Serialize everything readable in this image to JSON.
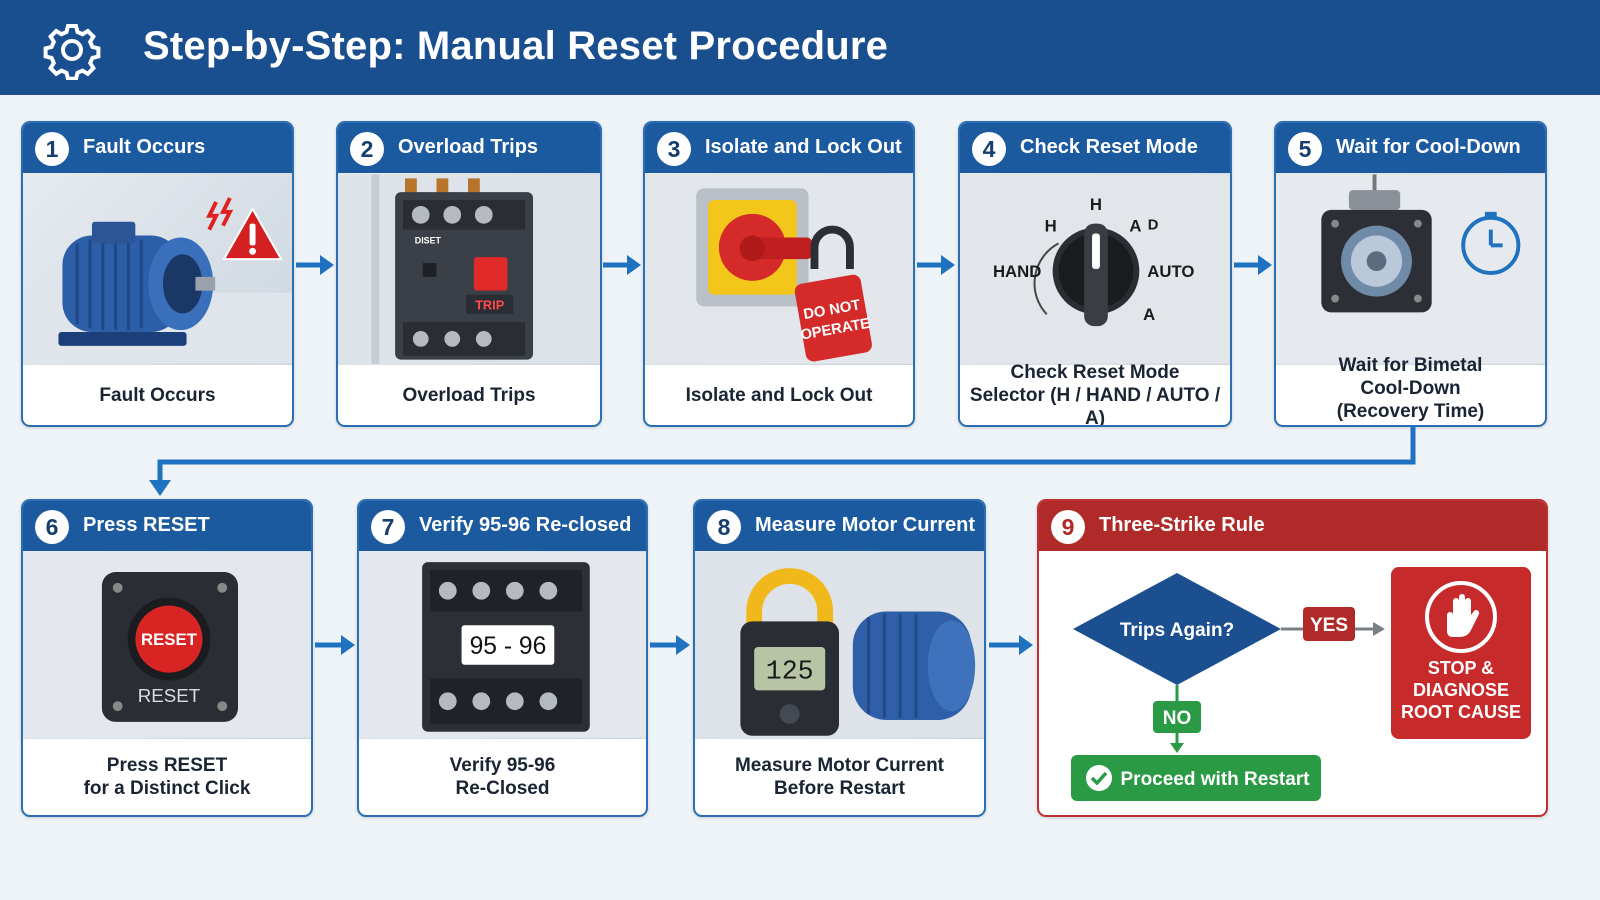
{
  "header": {
    "title": "Step-by-Step: Manual Reset Procedure",
    "icon": "gear-icon"
  },
  "colors": {
    "header": "#1a4f8f",
    "card_head": "#1c5aa0",
    "arrow": "#1e72c0",
    "danger": "#b12a2a",
    "success": "#2a9a45"
  },
  "steps": [
    {
      "num": "1",
      "title": "Fault Occurs",
      "caption": "Fault Occurs",
      "image": "motor-fault-image"
    },
    {
      "num": "2",
      "title": "Overload Trips",
      "caption": "Overload Trips",
      "image": "overload-relay-image",
      "image_text": [
        "DISET",
        "TRIP"
      ]
    },
    {
      "num": "3",
      "title": "Isolate and Lock Out",
      "caption": "Isolate and Lock Out",
      "image": "lockout-padlock-image",
      "image_text": [
        "DO NOT",
        "OPERATE"
      ]
    },
    {
      "num": "4",
      "title": "Check Reset Mode",
      "caption": "Check Reset Mode\nSelector (H / HAND / AUTO / A)",
      "image": "selector-switch-image",
      "image_text": [
        "H",
        "H",
        "A",
        "D",
        "HAND",
        "AUTO",
        "A"
      ]
    },
    {
      "num": "5",
      "title": "Wait for Cool-Down",
      "caption": "Wait for Bimetal\nCool-Down\n(Recovery Time)",
      "image": "bimetal-relay-image"
    },
    {
      "num": "6",
      "title": "Press RESET",
      "caption": "Press RESET\nfor a Distinct Click",
      "image": "reset-button-image",
      "image_text": [
        "RESET",
        "RESET"
      ]
    },
    {
      "num": "7",
      "title": "Verify 95-96 Re-closed",
      "caption": "Verify 95-96\nRe-Closed",
      "image": "contact-terminals-image",
      "image_text": [
        "95 - 96"
      ]
    },
    {
      "num": "8",
      "title": "Measure Motor Current",
      "caption": "Measure Motor Current\nBefore Restart",
      "image": "clamp-meter-image",
      "image_text": [
        "125"
      ]
    }
  ],
  "rule": {
    "num": "9",
    "title": "Three-Strike Rule",
    "question": "Trips Again?",
    "yes": "YES",
    "no": "NO",
    "proceed": "Proceed with Restart",
    "stop": "STOP &\nDIAGNOSE\nROOT CAUSE"
  }
}
